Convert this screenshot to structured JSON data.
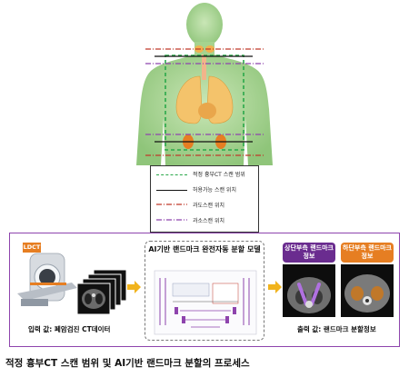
{
  "legend": {
    "items": [
      {
        "label": "적정 흉부CT 스캔 범위",
        "color": "#2aa84a"
      },
      {
        "label": "허용가능 스캔 위치",
        "color": "#111111"
      },
      {
        "label": "과도스캔 위치",
        "color": "#c0392b"
      },
      {
        "label": "과소스캔 위치",
        "color": "#8e44ad"
      }
    ]
  },
  "process": {
    "input_badge": "LDCT",
    "input_caption": "입력 값: 폐암검진 CT데이터",
    "model_title": "AI기반 랜드마크 완전자동 분할 모델",
    "output_caption": "출력 값: 랜드마크 분할정보",
    "upper_badge": "상단부측 랜드마크 정보",
    "lower_badge": "하단부측 랜드마크 정보",
    "upper_color": "#6a2c8f",
    "lower_color": "#e67e22",
    "arrow_color": "#f1b31c"
  },
  "footer": {
    "title": "적정 흉부CT 스캔 범위 및 AI기반 랜드마크 분할의 프로세스"
  }
}
